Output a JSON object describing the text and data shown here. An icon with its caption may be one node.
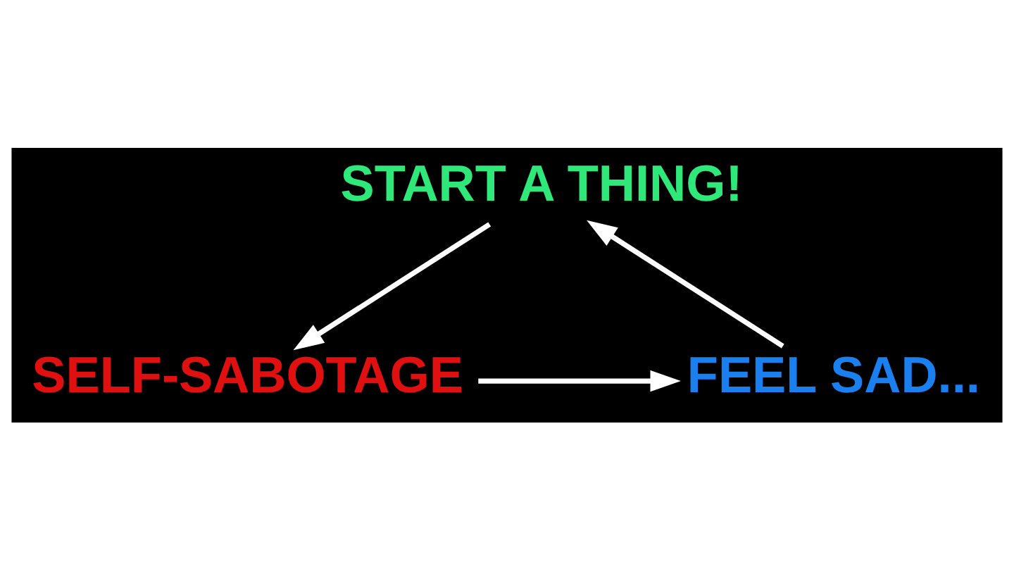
{
  "diagram": {
    "nodes": [
      {
        "text": [
          "START A THING!"
        ]
      },
      {
        "text": [
          "SELF-SABOTAGE"
        ]
      },
      {
        "text": [
          "FEEL SAD..."
        ]
      }
    ],
    "edges": [
      {
        "from": 0,
        "to": 1,
        "arrow": "to"
      },
      {
        "from": 1,
        "to": 2,
        "arrow": "to"
      },
      {
        "from": 2,
        "to": 0,
        "arrow": "to"
      }
    ]
  }
}
